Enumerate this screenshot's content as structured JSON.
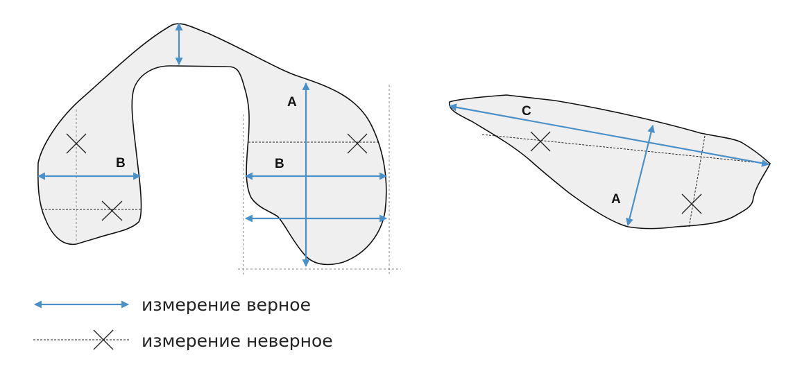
{
  "colors": {
    "arrow": "#4a90c8",
    "shape_fill": "#efefef",
    "outline": "#111111"
  },
  "figure1": {
    "labels": {
      "a": "A",
      "b_left": "B",
      "b_right": "B"
    }
  },
  "figure2": {
    "labels": {
      "c": "C",
      "a": "A"
    }
  },
  "legend": {
    "correct": {
      "icon": "double-arrow-icon",
      "text": "измерение верное"
    },
    "incorrect": {
      "icon": "dashed-cross-icon",
      "text": "измерение неверное"
    }
  }
}
